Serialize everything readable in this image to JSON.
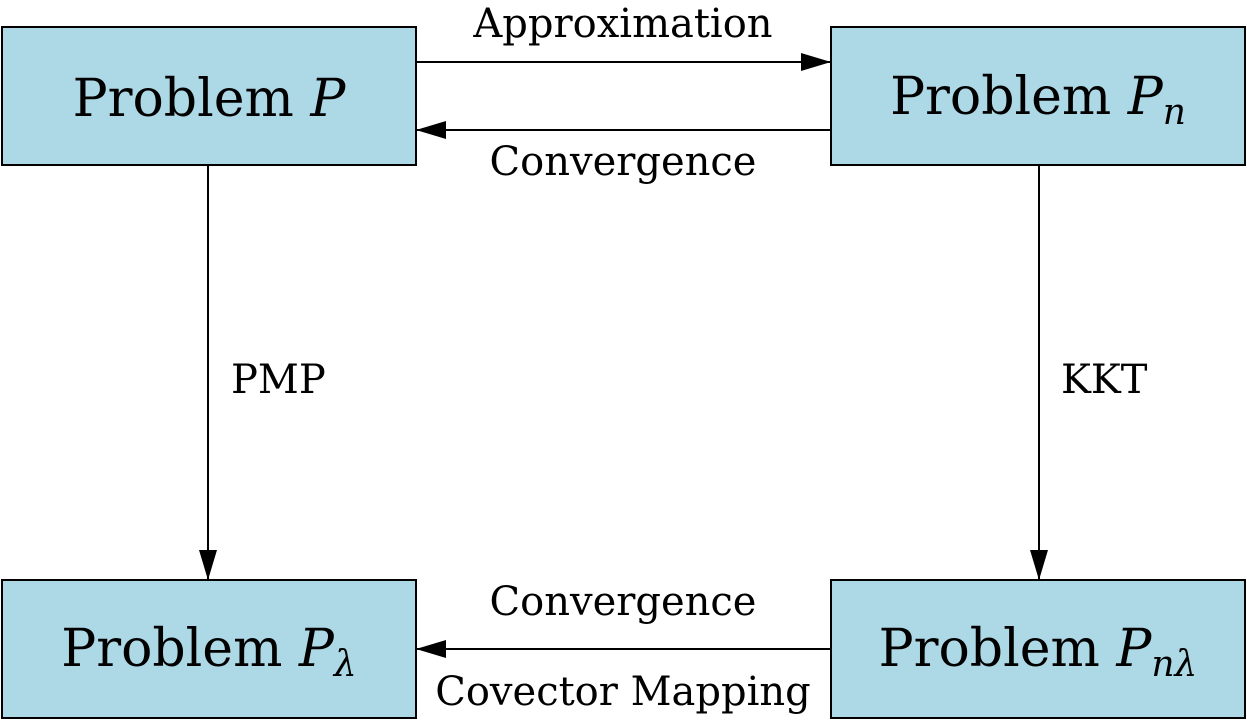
{
  "nodes": {
    "p": {
      "label": "Problem ",
      "symbol": "P",
      "sub": ""
    },
    "pn": {
      "label": "Problem ",
      "symbol": "P",
      "sub": "n"
    },
    "pl": {
      "label": "Problem ",
      "symbol": "P",
      "sub": "λ"
    },
    "pnl": {
      "label": "Problem ",
      "symbol": "P",
      "sub": "nλ"
    }
  },
  "edges": {
    "approximation": "Approximation",
    "convergence_top": "Convergence",
    "pmp": "PMP",
    "kkt": "KKT",
    "convergence_bottom": "Convergence",
    "covector": "Covector Mapping"
  },
  "colors": {
    "box_fill": "#ADD8E6"
  }
}
